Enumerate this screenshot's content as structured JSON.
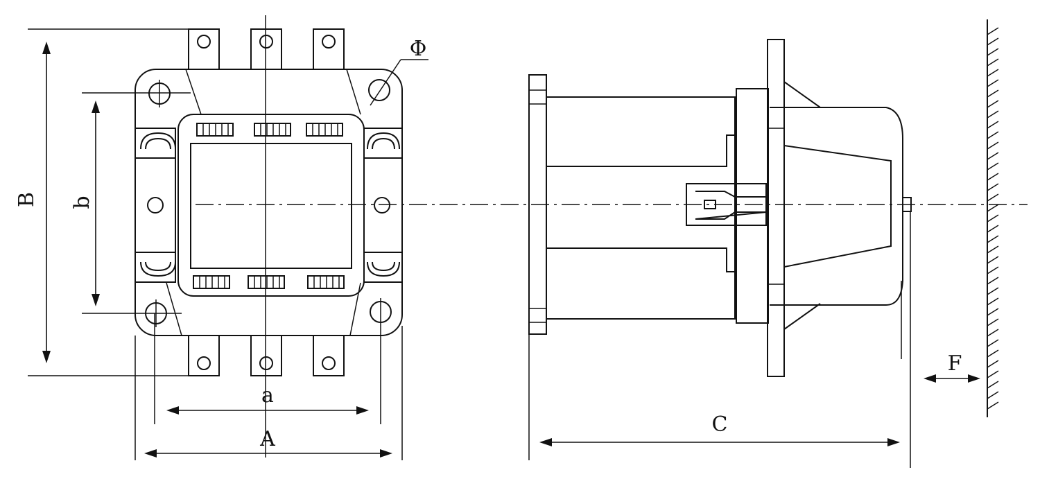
{
  "diagram": {
    "labels": {
      "dim_B": "B",
      "dim_b": "b",
      "dim_a": "a",
      "dim_A": "A",
      "dim_C": "C",
      "dim_F": "F",
      "dim_phi": "Φ"
    }
  }
}
